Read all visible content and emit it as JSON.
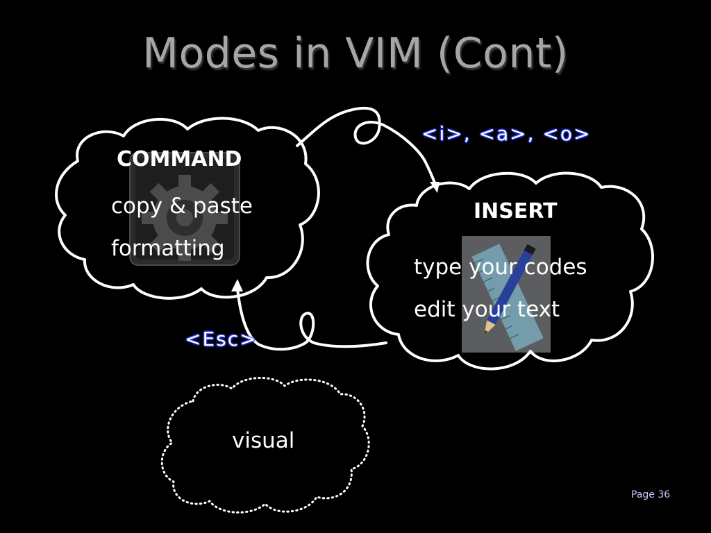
{
  "slide": {
    "title": "Modes in VIM (Cont)",
    "page": "Page 36"
  },
  "nodes": {
    "command": {
      "title": "COMMAND",
      "lines": [
        "copy & paste",
        "formatting"
      ],
      "icon": "gear-icon"
    },
    "insert": {
      "title": "INSERT",
      "lines": [
        "type your codes",
        "edit your text"
      ],
      "icon": "pencil-ruler-icon"
    },
    "visual": {
      "label": "visual"
    }
  },
  "edges": {
    "command_to_insert": {
      "label": "<i>, <a>, <o>"
    },
    "insert_to_command": {
      "label": "<Esc>"
    }
  },
  "colors": {
    "background": "#000000",
    "title": "#a6a6a6",
    "stroke": "#ffffff",
    "key_glow": "#3b4fff",
    "page_number": "#c7c7ff"
  }
}
